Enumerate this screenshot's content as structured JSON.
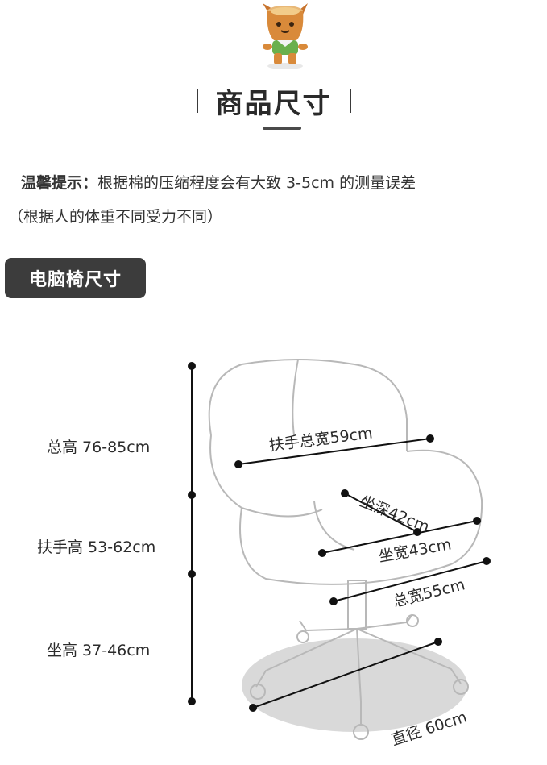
{
  "title": "商品尺寸",
  "tip": {
    "label": "温馨提示：",
    "text": "根据棉的压缩程度会有大致 3-5cm 的测量误差",
    "note": "（根据人的体重不同受力不同）"
  },
  "section": {
    "label": "电脑椅尺寸"
  },
  "dimensions": {
    "total_height": "总高 76-85cm",
    "armrest_height": "扶手高 53-62cm",
    "seat_height": "坐高 37-46cm",
    "armrest_width": "扶手总宽59cm",
    "seat_depth": "坐深42cm",
    "seat_width": "坐宽43cm",
    "total_width": "总宽55cm",
    "diameter": "直径 60cm"
  },
  "colors": {
    "line": "#111111",
    "accent_dark": "#3c3c3c",
    "base_shadow": "#d9d9d9"
  },
  "icons": {
    "mascot": "tree-stump-mascot-icon"
  }
}
